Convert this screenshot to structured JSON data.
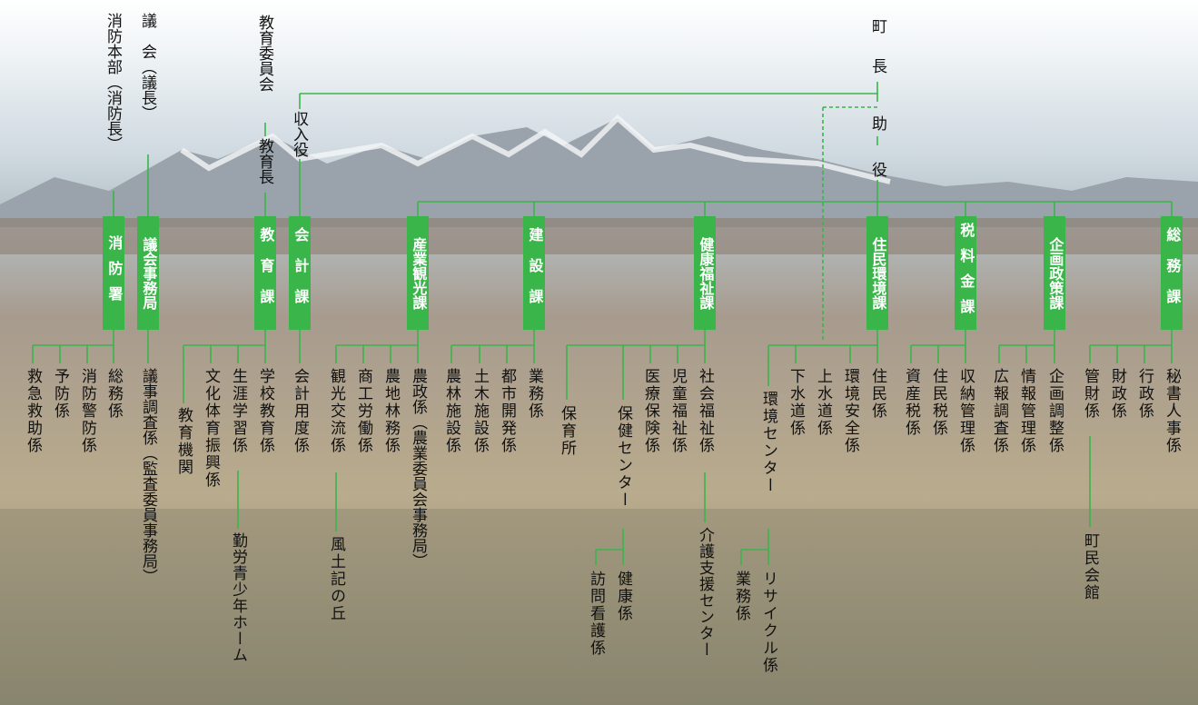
{
  "top": {
    "cho": "町",
    "chou": "長",
    "jo": "助",
    "yaku": "役"
  },
  "left": {
    "shobo_honbu": "消防本部（消防長）",
    "gikai": "議　会（議長）",
    "kyoiku_iinkai": "教育委員会",
    "kyoikucho": "教育長",
    "shunyuyaku": "収入役"
  },
  "departments": [
    {
      "name": "消防署",
      "sections": [
        "救急救助係",
        "予防係",
        "消防警防係",
        "総務係"
      ]
    },
    {
      "name": "議会事務局",
      "sections": [
        "議事調査係（監査委員事務局）"
      ]
    },
    {
      "name": "教育課",
      "sections": [
        "教育機関",
        "文化体育振興係",
        "生涯学習係",
        "学校教育係"
      ],
      "sub": [
        "勤労青少年ホーム"
      ]
    },
    {
      "name": "会計課",
      "sections": [
        "会計用度係"
      ]
    },
    {
      "name": "産業観光課",
      "sections": [
        "観光交流係",
        "商工労働係",
        "農地林務係",
        "農政係（農業委員会事務局）"
      ],
      "sub": [
        "風土記の丘"
      ]
    },
    {
      "name": "建設課",
      "sections": [
        "農林施設係",
        "土木施設係",
        "都市開発係",
        "業務係"
      ]
    },
    {
      "name": "健康福祉課",
      "sections": [
        "保育所",
        "保健センター",
        "医療保険係",
        "児童福祉係",
        "社会福祉係"
      ],
      "sub": [
        "訪問看護係",
        "健康係",
        "介護支援センター"
      ]
    },
    {
      "name": "住民環境課",
      "sections": [
        "環境センター",
        "下水道係",
        "上水道係",
        "環境安全係",
        "住民係"
      ],
      "sub": [
        "業務係",
        "リサイクル係"
      ]
    },
    {
      "name": "税料金課",
      "sections": [
        "資産税係",
        "住民税係",
        "収納管理係"
      ]
    },
    {
      "name": "企画政策課",
      "sections": [
        "広報調査係",
        "情報管理係",
        "企画調整係"
      ]
    },
    {
      "name": "総務課",
      "sections": [
        "管財係",
        "財政係",
        "行政係",
        "秘書人事係"
      ],
      "sub": [
        "町民会館"
      ]
    }
  ],
  "colors": {
    "line": "#3ab54a",
    "box": "#3ab54a",
    "box_text": "#ffffff"
  }
}
